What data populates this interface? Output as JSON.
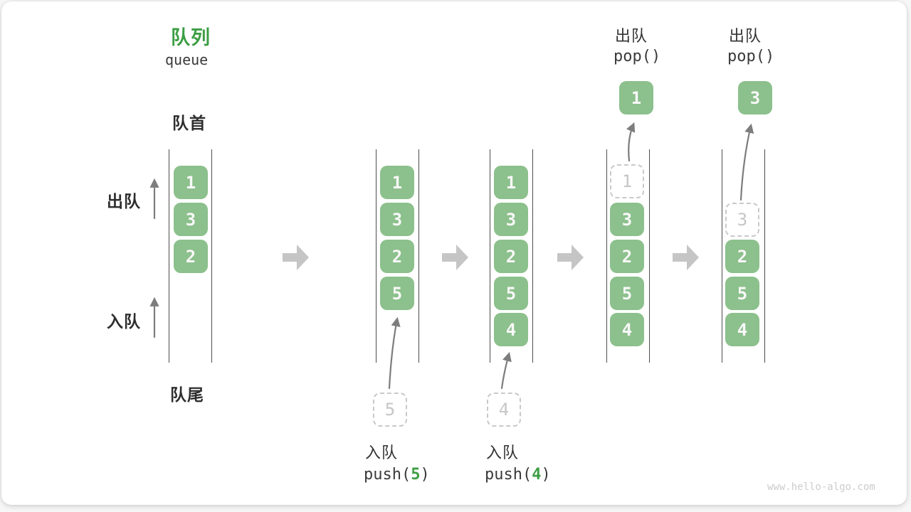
{
  "title": {
    "zh": "队列",
    "en": "queue"
  },
  "side": {
    "front": "队首",
    "rear": "队尾",
    "dequeue": "出队",
    "enqueue": "入队"
  },
  "states": [
    {
      "solid": [
        "1",
        "3",
        "2"
      ]
    },
    {
      "solid": [
        "1",
        "3",
        "2",
        "5"
      ],
      "incoming": "5"
    },
    {
      "solid": [
        "1",
        "3",
        "2",
        "5",
        "4"
      ],
      "incoming": "4"
    },
    {
      "solid": [
        "3",
        "2",
        "5",
        "4"
      ],
      "ghost": "1",
      "popped": "1"
    },
    {
      "solid": [
        "2",
        "5",
        "4"
      ],
      "ghost": "3",
      "popped": "3"
    }
  ],
  "operations": {
    "push5": {
      "label": "入队",
      "call_open": "push(",
      "arg": "5",
      "call_close": ")"
    },
    "push4": {
      "label": "入队",
      "call_open": "push(",
      "arg": "4",
      "call_close": ")"
    },
    "pop1": {
      "label": "出队",
      "call": "pop()"
    },
    "pop2": {
      "label": "出队",
      "call": "pop()"
    }
  },
  "watermark": "www.hello-algo.com",
  "colors": {
    "accent_green": "#3C9E43",
    "box_green": "#8CC08C",
    "rail_dark": "#4d4d4d",
    "flow_arrow_gray": "#c5c5c5",
    "thin_arrow_gray": "#7d7d7d",
    "ghost_gray": "#c9c9c9",
    "watermark_gray": "#cccccc"
  }
}
